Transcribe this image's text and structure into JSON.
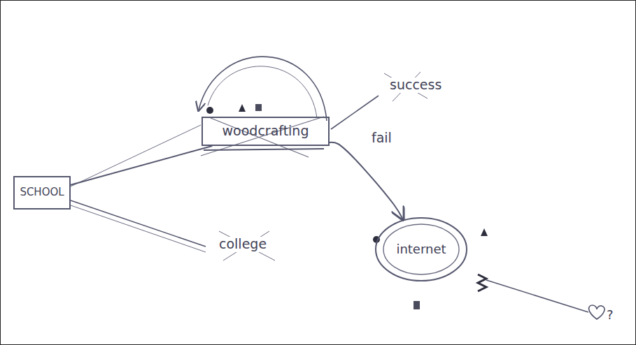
{
  "diagram": {
    "nodes": [
      {
        "text": [
          "SCHOOL"
        ]
      },
      {
        "text": [
          "woodcrafting"
        ]
      },
      {
        "text": [
          "internet"
        ]
      }
    ],
    "edges": [
      {
        "from": 0,
        "to": 1,
        "arrow": "none"
      },
      {
        "from": 1,
        "to": 2,
        "arrow": "to",
        "label": "fail"
      }
    ],
    "labels": [
      "success",
      "college",
      "?"
    ]
  }
}
